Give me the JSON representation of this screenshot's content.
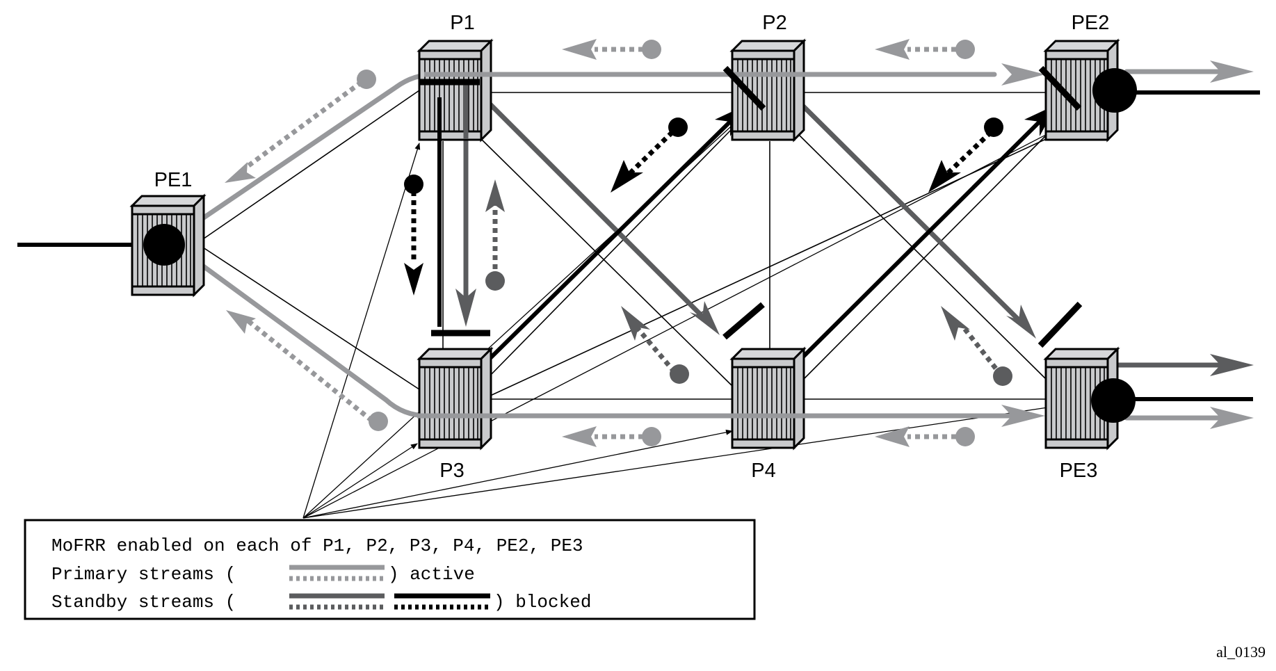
{
  "figure_id": "al_0139",
  "colors": {
    "primary": "#97989b",
    "standby": "#5b5c5e",
    "blocked": "#000000",
    "node_fill": "#c9cacc",
    "node_top": "#d6d7d9"
  },
  "nodes": [
    {
      "id": "PE1",
      "label": "PE1"
    },
    {
      "id": "P1",
      "label": "P1"
    },
    {
      "id": "P2",
      "label": "P2"
    },
    {
      "id": "PE2",
      "label": "PE2"
    },
    {
      "id": "P3",
      "label": "P3"
    },
    {
      "id": "P4",
      "label": "P4"
    },
    {
      "id": "PE3",
      "label": "PE3"
    }
  ],
  "links": [
    [
      "PE1",
      "P1"
    ],
    [
      "PE1",
      "P3"
    ],
    [
      "P1",
      "P2"
    ],
    [
      "P2",
      "PE2"
    ],
    [
      "P3",
      "P4"
    ],
    [
      "P4",
      "PE3"
    ],
    [
      "P1",
      "P3"
    ],
    [
      "P2",
      "P4"
    ],
    [
      "P1",
      "P4"
    ],
    [
      "P2",
      "P3"
    ],
    [
      "P2",
      "PE3"
    ],
    [
      "P4",
      "PE2"
    ],
    [
      "P3",
      "PE2"
    ]
  ],
  "legend": {
    "line1": "MoFRR enabled on each of P1, P2, P3, P4, PE2, PE3",
    "line2_prefix": "Primary streams (",
    "line2_suffix": ") active",
    "line3_prefix": "Standby streams (",
    "line3_suffix": ") blocked"
  },
  "stream_types": [
    {
      "name": "primary",
      "state": "active"
    },
    {
      "name": "standby",
      "state": "blocked"
    }
  ]
}
